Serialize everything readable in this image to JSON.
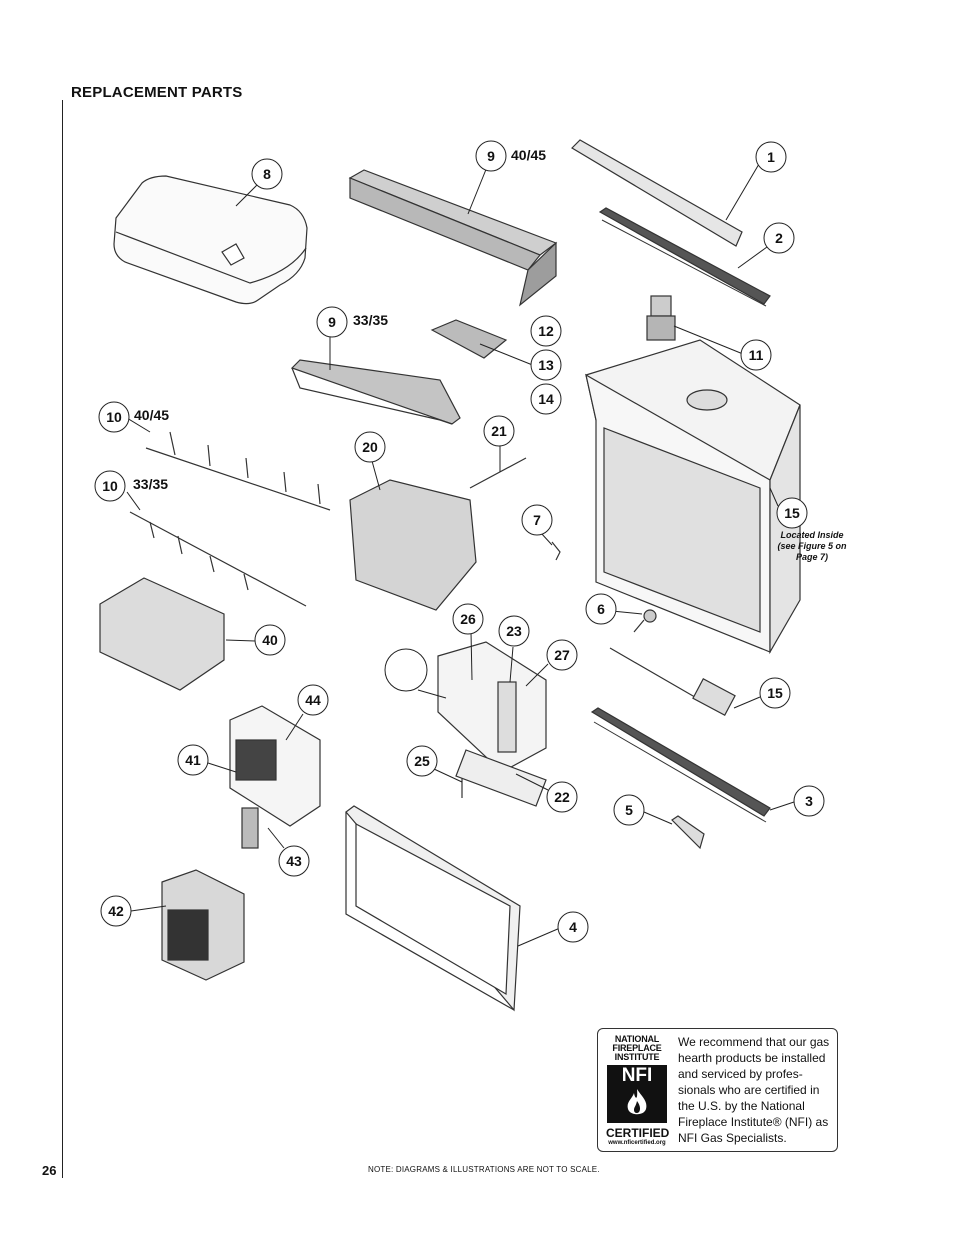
{
  "page": {
    "title": "REPLACEMENT PARTS",
    "page_number": "26",
    "note": "NOTE: DIAGRAMS & ILLUSTRATIONS ARE NOT TO SCALE."
  },
  "callouts": [
    {
      "label": "8"
    },
    {
      "label": "9",
      "suffix": "40/45"
    },
    {
      "label": "1"
    },
    {
      "label": "2"
    },
    {
      "label": "9",
      "suffix": "33/35"
    },
    {
      "label": "12"
    },
    {
      "label": "13"
    },
    {
      "label": "14"
    },
    {
      "label": "11"
    },
    {
      "label": "10",
      "suffix": "40/45"
    },
    {
      "label": "21"
    },
    {
      "label": "20"
    },
    {
      "label": "10",
      "suffix": "33/35"
    },
    {
      "label": "7"
    },
    {
      "label": "15"
    },
    {
      "label": "6"
    },
    {
      "label": "26"
    },
    {
      "label": "23"
    },
    {
      "label": "27"
    },
    {
      "label": "40"
    },
    {
      "label": "15"
    },
    {
      "label": "44"
    },
    {
      "label": "41"
    },
    {
      "label": "25"
    },
    {
      "label": "22"
    },
    {
      "label": "3"
    },
    {
      "label": "5"
    },
    {
      "label": "43"
    },
    {
      "label": "4"
    },
    {
      "label": "42"
    },
    {
      "label": ""
    }
  ],
  "located_note": "Located Inside (see Figure 5 on Page 7)",
  "nfi": {
    "org_line1": "NATIONAL",
    "org_line2": "FIREPLACE",
    "org_line3": "INSTITUTE",
    "mark": "NFI",
    "certified": "CERTIFIED",
    "url": "www.nficertified.org",
    "text": "We recommend that our gas hearth products be installed and serviced by profes-sionals who are certified in the U.S. by the National Fireplace Institute® (NFI) as NFI Gas Specialists."
  }
}
